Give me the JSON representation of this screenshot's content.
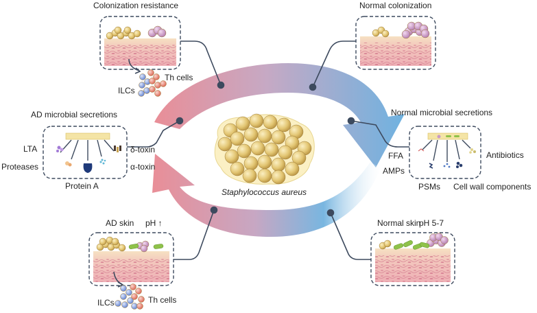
{
  "center": {
    "label": "Staphylococcus aureus"
  },
  "panels": {
    "colonization_resistance": {
      "title": "Colonization resistance",
      "cells": [
        "ILCs",
        "Th cells"
      ]
    },
    "normal_colonization": {
      "title": "Normal colonization"
    },
    "ad_microbial_secretions": {
      "title": "AD microbial secretions",
      "items": [
        "LTA",
        "Proteases",
        "Protein A",
        "δ-toxin",
        "α-toxin"
      ]
    },
    "normal_microbial_secretions": {
      "title": "Normal microbial secretions",
      "items": [
        "FFA",
        "AMPs",
        "PSMs",
        "Cell wall components",
        "Antibiotics"
      ]
    },
    "ad_skin": {
      "title": "AD skin",
      "ph": "pH ↑",
      "cells": [
        "ILCs",
        "Th cells"
      ]
    },
    "normal_skin": {
      "title": "Normal skin",
      "ph": "pH 5-7"
    }
  },
  "colors": {
    "arrow_red": "#e98e97",
    "arrow_blue": "#6fb2e0",
    "box_border": "#3d4a5e",
    "skin_pink": "#f2b8bb",
    "skin_base": "#f7ddc8",
    "coccus_yellow": "#e6cd7a",
    "coccus_purple": "#c99ac6",
    "rod_green": "#8fc24a",
    "ilc_blue": "#7b97dd",
    "th_red": "#e57a6a"
  }
}
